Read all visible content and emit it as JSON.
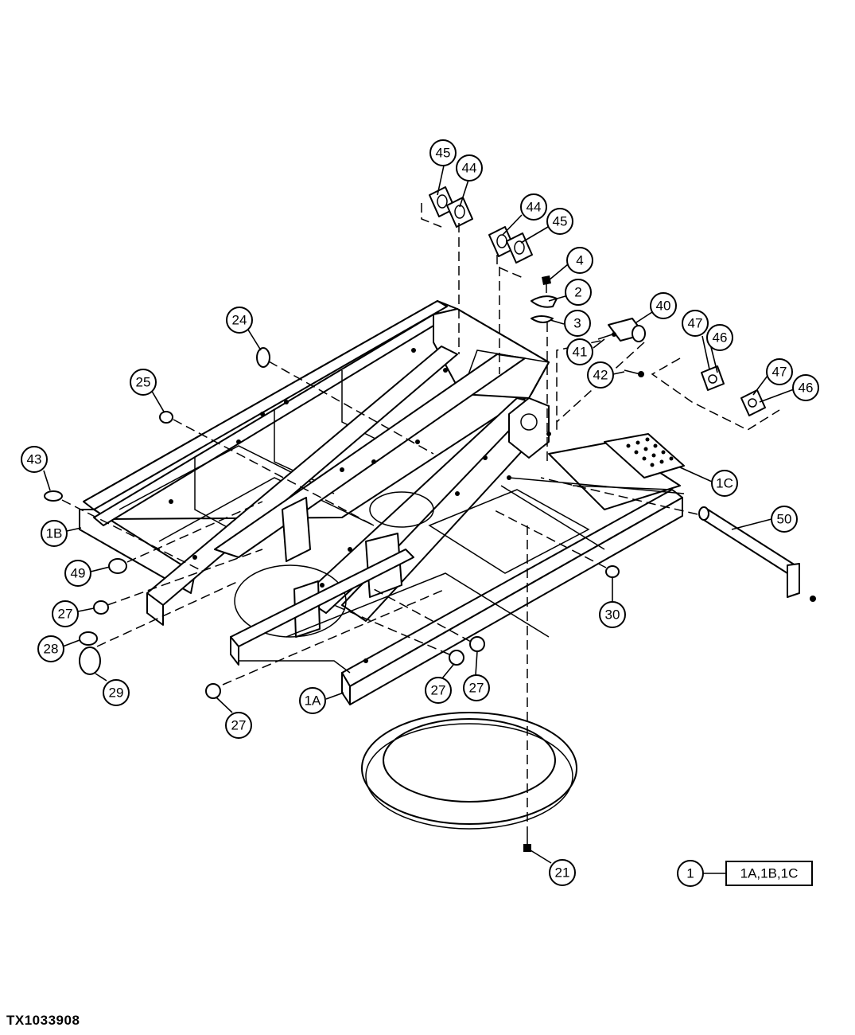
{
  "figure_id": "TX1033908",
  "callouts": [
    {
      "id": "c45a",
      "label": "45"
    },
    {
      "id": "c44a",
      "label": "44"
    },
    {
      "id": "c44b",
      "label": "44"
    },
    {
      "id": "c45b",
      "label": "45"
    },
    {
      "id": "c4",
      "label": "4"
    },
    {
      "id": "c2",
      "label": "2"
    },
    {
      "id": "c3",
      "label": "3"
    },
    {
      "id": "c40",
      "label": "40"
    },
    {
      "id": "c41",
      "label": "41"
    },
    {
      "id": "c42",
      "label": "42"
    },
    {
      "id": "c47a",
      "label": "47"
    },
    {
      "id": "c46a",
      "label": "46"
    },
    {
      "id": "c47b",
      "label": "47"
    },
    {
      "id": "c46b",
      "label": "46"
    },
    {
      "id": "c24",
      "label": "24"
    },
    {
      "id": "c25",
      "label": "25"
    },
    {
      "id": "c43",
      "label": "43"
    },
    {
      "id": "c1b",
      "label": "1B"
    },
    {
      "id": "c1c",
      "label": "1C"
    },
    {
      "id": "c50",
      "label": "50"
    },
    {
      "id": "c49",
      "label": "49"
    },
    {
      "id": "c27a",
      "label": "27"
    },
    {
      "id": "c28",
      "label": "28"
    },
    {
      "id": "c29",
      "label": "29"
    },
    {
      "id": "c30",
      "label": "30"
    },
    {
      "id": "c27b",
      "label": "27"
    },
    {
      "id": "c27c",
      "label": "27"
    },
    {
      "id": "c1a",
      "label": "1A"
    },
    {
      "id": "c27d",
      "label": "27"
    },
    {
      "id": "c21",
      "label": "21"
    },
    {
      "id": "c1",
      "label": "1"
    }
  ],
  "legend_box": {
    "label": "1A,1B,1C"
  }
}
